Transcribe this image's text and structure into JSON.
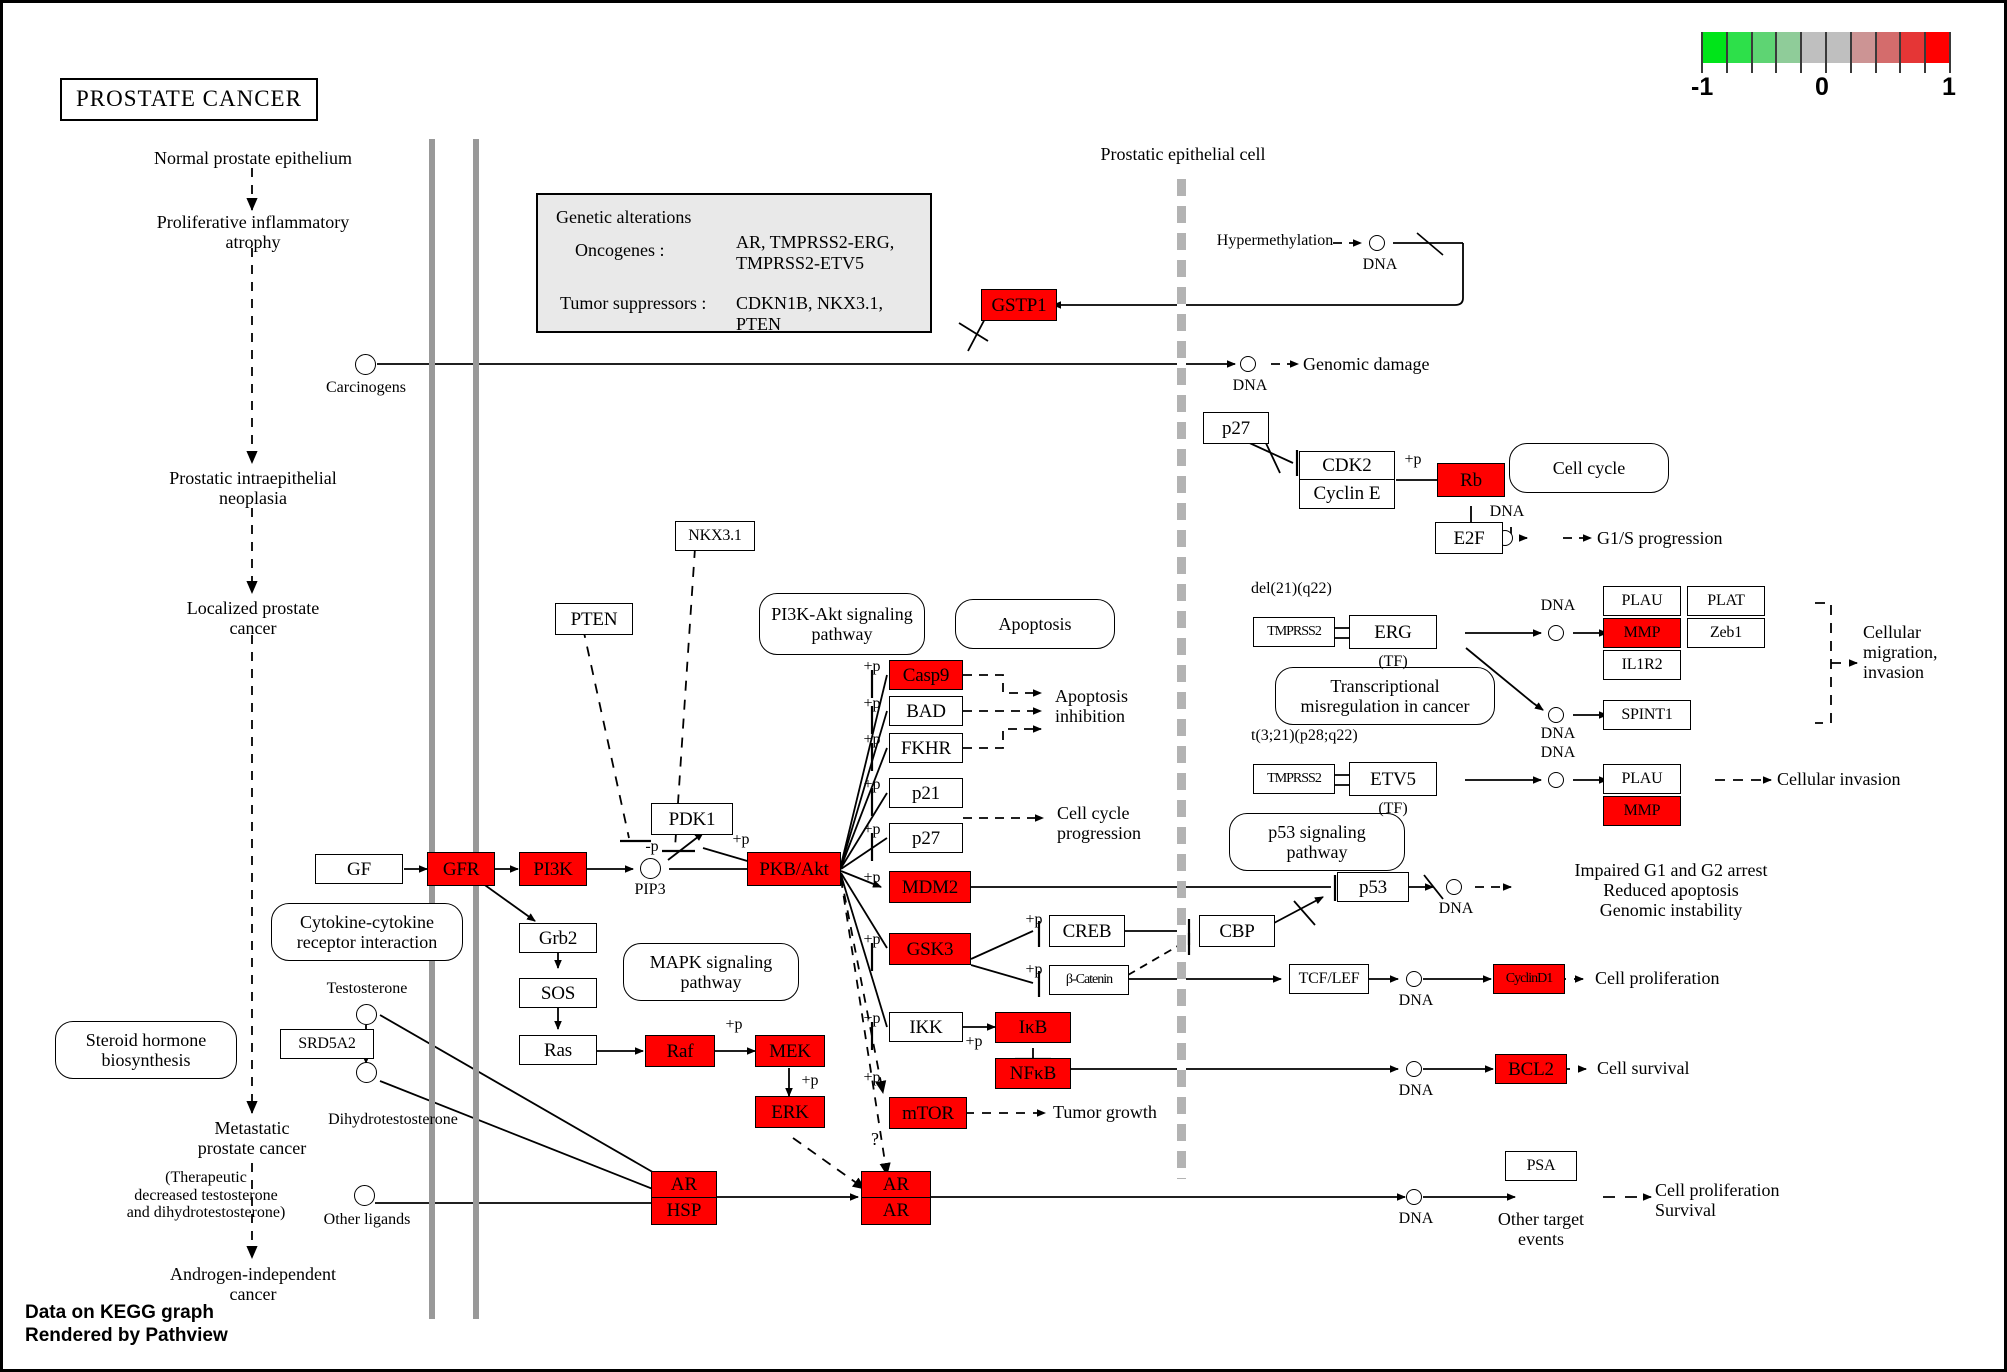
{
  "page": {
    "title": "PROSTATE  CANCER",
    "footer": "Data on KEGG graph\nRendered by Pathview"
  },
  "legend": {
    "min": "-1",
    "mid": "0",
    "max": "1",
    "colors": [
      "#00e519",
      "#2de04a",
      "#5ed473",
      "#8fcc99",
      "#bfbfbf",
      "#bfbfbf",
      "#cc9494",
      "#d46c6c",
      "#e53636",
      "#ff0000"
    ]
  },
  "genetic_alterations": {
    "title": "Genetic alterations",
    "oncogenes_label": "Oncogenes :",
    "oncogenes_value": "AR, TMPRSS2-ERG,\nTMPRSS2-ETV5",
    "suppressors_label": "Tumor suppressors :",
    "suppressors_value": "CDKN1B, NKX3.1, PTEN"
  },
  "progression_axis": [
    "Normal prostate epithelium",
    "Proliferative inflammatory\natrophy",
    "Prostatic intraepithelial\nneoplasia",
    "Localized prostate\ncancer",
    "Metastatic\nprostate cancer",
    "(Therapeutic\ndecreased testosterone\nand dihydrotestosterone)",
    "Androgen-independent\ncancer"
  ],
  "compartment_labels": {
    "epithelial_cell": "Prostatic epithelial cell"
  },
  "compounds": {
    "carcinogens": "Carcinogens",
    "testosterone": "Testosterone",
    "dihydrotestosterone": "Dihydrotestosterone",
    "other_ligands": "Other ligands",
    "pip3": "PIP3",
    "dna": "DNA"
  },
  "map_links": [
    {
      "id": "pi3k-akt",
      "label": "PI3K-Akt\nsignaling pathway"
    },
    {
      "id": "apoptosis",
      "label": "Apoptosis"
    },
    {
      "id": "cell-cycle",
      "label": "Cell cycle"
    },
    {
      "id": "transcriptional-misregulation",
      "label": "Transcriptional\nmisregulation in cancer"
    },
    {
      "id": "p53-signaling",
      "label": "p53 signaling\npathway"
    },
    {
      "id": "cytokine",
      "label": "Cytokine-cytokine\nreceptor interaction"
    },
    {
      "id": "mapk",
      "label": "MAPK signaling\npathway"
    },
    {
      "id": "steroid",
      "label": "Steroid hormone\nbiosynthesis"
    }
  ],
  "genes": [
    {
      "id": "gstp1",
      "label": "GSTP1",
      "highlighted": true
    },
    {
      "id": "p27-top",
      "label": "p27",
      "highlighted": false
    },
    {
      "id": "cdk2",
      "label": "CDK2",
      "highlighted": false
    },
    {
      "id": "cyclin-e",
      "label": "Cyclin E",
      "highlighted": false
    },
    {
      "id": "rb",
      "label": "Rb",
      "highlighted": true
    },
    {
      "id": "e2f",
      "label": "E2F",
      "highlighted": false
    },
    {
      "id": "nkx31",
      "label": "NKX3.1",
      "highlighted": false
    },
    {
      "id": "pten",
      "label": "PTEN",
      "highlighted": false
    },
    {
      "id": "gf",
      "label": "GF",
      "highlighted": false
    },
    {
      "id": "gfr",
      "label": "GFR",
      "highlighted": true
    },
    {
      "id": "pi3k",
      "label": "PI3K",
      "highlighted": true
    },
    {
      "id": "pdk1",
      "label": "PDK1",
      "highlighted": false
    },
    {
      "id": "pkb-akt",
      "label": "PKB/Akt",
      "highlighted": true
    },
    {
      "id": "casp9",
      "label": "Casp9",
      "highlighted": true
    },
    {
      "id": "bad",
      "label": "BAD",
      "highlighted": false
    },
    {
      "id": "fkhr",
      "label": "FKHR",
      "highlighted": false
    },
    {
      "id": "p21",
      "label": "p21",
      "highlighted": false
    },
    {
      "id": "p27",
      "label": "p27",
      "highlighted": false
    },
    {
      "id": "mdm2",
      "label": "MDM2",
      "highlighted": true
    },
    {
      "id": "gsk3",
      "label": "GSK3",
      "highlighted": true
    },
    {
      "id": "ikk",
      "label": "IKK",
      "highlighted": false
    },
    {
      "id": "ikb",
      "label": "IκB",
      "highlighted": true
    },
    {
      "id": "nfkb",
      "label": "NFκB",
      "highlighted": true
    },
    {
      "id": "mtor",
      "label": "mTOR",
      "highlighted": true
    },
    {
      "id": "grb2",
      "label": "Grb2",
      "highlighted": false
    },
    {
      "id": "sos",
      "label": "SOS",
      "highlighted": false
    },
    {
      "id": "ras",
      "label": "Ras",
      "highlighted": false
    },
    {
      "id": "raf",
      "label": "Raf",
      "highlighted": true
    },
    {
      "id": "mek",
      "label": "MEK",
      "highlighted": true
    },
    {
      "id": "erk",
      "label": "ERK",
      "highlighted": true
    },
    {
      "id": "srd5a2",
      "label": "SRD5A2",
      "highlighted": false
    },
    {
      "id": "ar-hsp-ar",
      "label": "AR",
      "highlighted": true
    },
    {
      "id": "ar-hsp-hsp",
      "label": "HSP",
      "highlighted": true
    },
    {
      "id": "ar-dimer-1",
      "label": "AR",
      "highlighted": true
    },
    {
      "id": "ar-dimer-2",
      "label": "AR",
      "highlighted": true
    },
    {
      "id": "creb",
      "label": "CREB",
      "highlighted": false
    },
    {
      "id": "cbp",
      "label": "CBP",
      "highlighted": false
    },
    {
      "id": "beta-catenin",
      "label": "β-Catenin",
      "highlighted": false
    },
    {
      "id": "tcf-lef",
      "label": "TCF/LEF",
      "highlighted": false
    },
    {
      "id": "cyclind1",
      "label": "CyclinD1",
      "highlighted": true
    },
    {
      "id": "bcl2",
      "label": "BCL2",
      "highlighted": true
    },
    {
      "id": "p53",
      "label": "p53",
      "highlighted": false
    },
    {
      "id": "tmprss2-a",
      "label": "TMPRSS2",
      "highlighted": false
    },
    {
      "id": "erg",
      "label": "ERG",
      "highlighted": false
    },
    {
      "id": "tmprss2-b",
      "label": "TMPRSS2",
      "highlighted": false
    },
    {
      "id": "etv5",
      "label": "ETV5",
      "highlighted": false
    },
    {
      "id": "plau-1",
      "label": "PLAU",
      "highlighted": false
    },
    {
      "id": "plat",
      "label": "PLAT",
      "highlighted": false
    },
    {
      "id": "mmp-1",
      "label": "MMP",
      "highlighted": true
    },
    {
      "id": "zeb1",
      "label": "Zeb1",
      "highlighted": false
    },
    {
      "id": "il1r2",
      "label": "IL1R2",
      "highlighted": false
    },
    {
      "id": "spint1",
      "label": "SPINT1",
      "highlighted": false
    },
    {
      "id": "plau-2",
      "label": "PLAU",
      "highlighted": false
    },
    {
      "id": "mmp-2",
      "label": "MMP",
      "highlighted": true
    },
    {
      "id": "psa",
      "label": "PSA",
      "highlighted": false
    }
  ],
  "annotations": {
    "tf": "(TF)",
    "hypermethylation": "Hypermethylation",
    "del21q22": "del(21)(q22)",
    "t321": "t(3;21)(p28;q22)",
    "question": "?",
    "plus_p": "+p",
    "minus_p": "-p"
  },
  "outcomes": {
    "genomic_damage": "Genomic damage",
    "g1s": "G1/S progression",
    "apoptosis_inhibition": "Apoptosis\ninhibition",
    "cell_cycle_progression": "Cell cycle\nprogression",
    "impaired": "Impaired G1 and G2 arrest\nReduced apoptosis\nGenomic instability",
    "cellular_migration": "Cellular\nmigration,\ninvasion",
    "cellular_invasion": "Cellular invasion",
    "cell_proliferation": "Cell proliferation",
    "cell_survival": "Cell survival",
    "tumor_growth": "Tumor growth",
    "other_target_events": "Other target\nevents",
    "cell_prolif_survival": "Cell proliferation\nSurvival"
  }
}
